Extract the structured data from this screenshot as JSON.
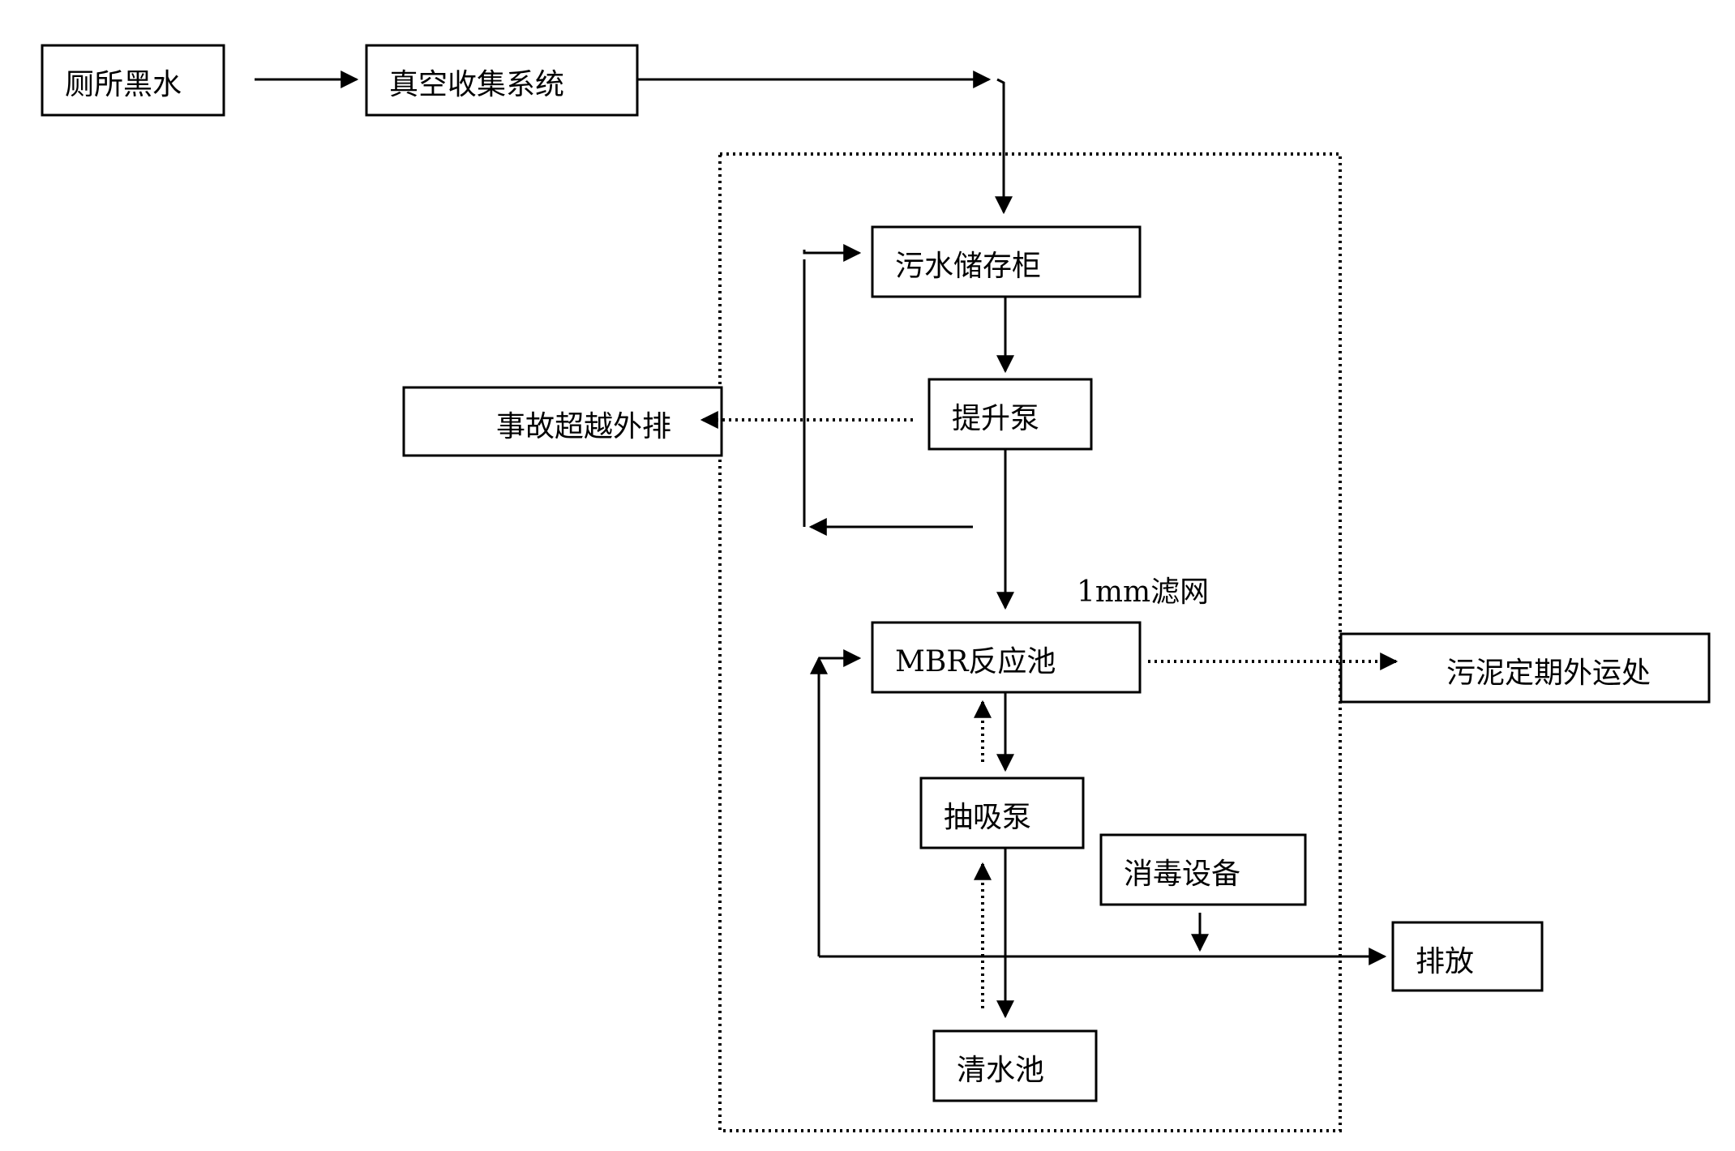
{
  "nodes": {
    "toilet_blackwater": "厕所黑水",
    "vacuum_collection": "真空收集系统",
    "sewage_storage": "污水储存柜",
    "lift_pump": "提升泵",
    "emergency_bypass": "事故超越外排",
    "mbr_reactor": "MBR反应池",
    "sludge_disposal": "污泥定期外运处",
    "suction_pump": "抽吸泵",
    "disinfection": "消毒设备",
    "discharge": "排放",
    "clear_water_tank": "清水池"
  },
  "labels": {
    "filter_screen": "1mm滤网"
  },
  "colors": {
    "line": "#000000",
    "background": "#ffffff"
  }
}
